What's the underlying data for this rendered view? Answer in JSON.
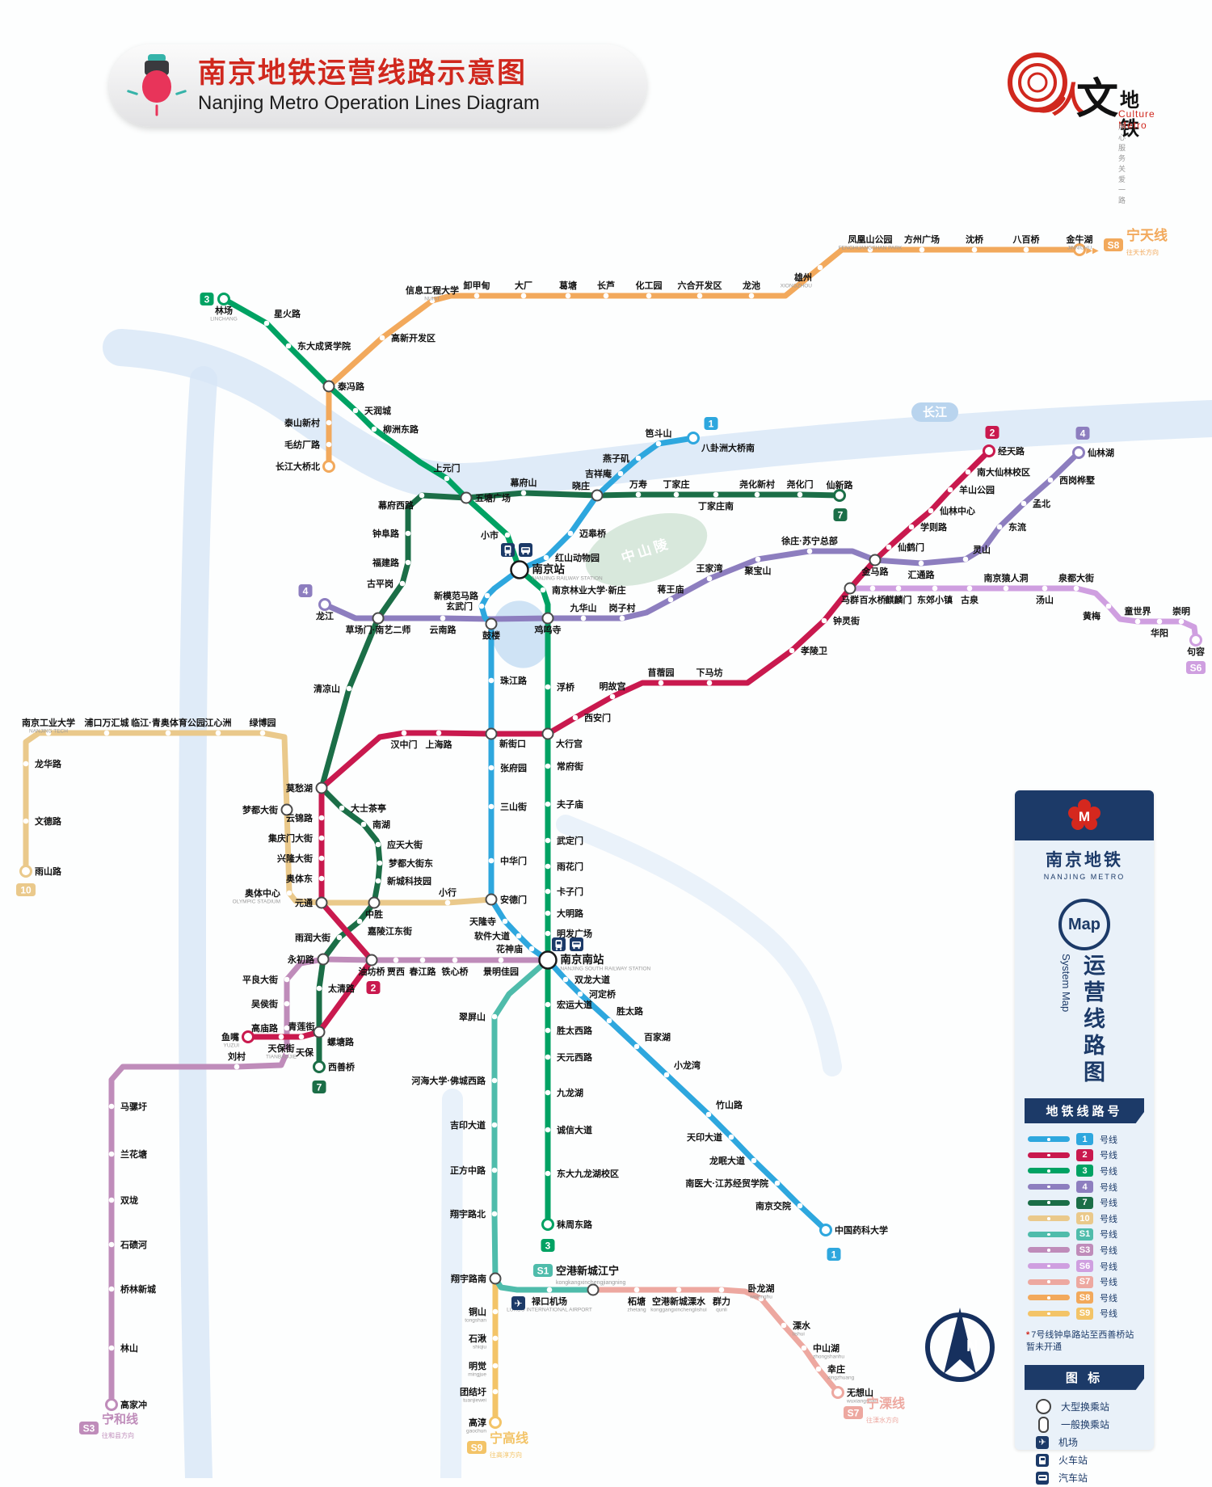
{
  "header": {
    "title_cn": "南京地铁运营线路示意图",
    "title_en": "Nanjing Metro Operation Lines Diagram"
  },
  "brand": {
    "ren": "人",
    "wen": "文",
    "ditie": "地铁",
    "name_en": "Culture Metro",
    "slogan": "用心服务 关爱一路"
  },
  "panel": {
    "metro_cn": "南京地铁",
    "metro_en": "NANJING METRO",
    "map_circle": "Map",
    "system_map_cn": "运营线路图",
    "system_map_en": "System Map",
    "lines_header": "地铁线路号",
    "line_suffix": "号线",
    "note_star": "*",
    "note": "7号线钟阜路站至西善桥站暂未开通",
    "icons_header": "图 标",
    "icon_labels": [
      "大型换乘站",
      "一般换乘站",
      "机场",
      "火车站",
      "汽车站"
    ]
  },
  "map_labels": {
    "river": "长江",
    "park": "中山陵",
    "compass": "N"
  },
  "branch_labels": {
    "S8": {
      "name": "宁天线",
      "dir": "往天长方向"
    },
    "S7": {
      "name": "宁溧线",
      "dir": "往溧水方向"
    },
    "S9": {
      "name": "宁高线",
      "dir": "往高淳方向"
    },
    "S3": {
      "name": "宁和线",
      "dir": "往和县方向"
    }
  },
  "en_labels": {
    "nanjing": "NANJING RAILWAY STATION",
    "nanjing_south": "NANJING SOUTH RAILWAY STATION"
  },
  "lines": [
    {
      "id": "1",
      "color": "#2ea7de",
      "stations": [
        {
          "n": "八卦洲大桥南"
        },
        {
          "n": "笆斗山"
        },
        {
          "n": "燕子矶"
        },
        {
          "n": "吉祥庵"
        },
        {
          "n": "晓庄"
        },
        {
          "n": "迈皋桥"
        },
        {
          "n": "红山动物园"
        },
        {
          "n": "南京站",
          "en": "NANJING RAILWAY STATION"
        },
        {
          "n": "新模范马路"
        },
        {
          "n": "玄武门"
        },
        {
          "n": "鼓楼"
        },
        {
          "n": "珠江路"
        },
        {
          "n": "新街口"
        },
        {
          "n": "张府园"
        },
        {
          "n": "三山街"
        },
        {
          "n": "中华门"
        },
        {
          "n": "安德门"
        },
        {
          "n": "天隆寺"
        },
        {
          "n": "软件大道"
        },
        {
          "n": "花神庙"
        },
        {
          "n": "南京南站",
          "en": "NANJING SOUTH RAILWAY STATION"
        },
        {
          "n": "双龙大道"
        },
        {
          "n": "河定桥"
        },
        {
          "n": "胜太路"
        },
        {
          "n": "百家湖"
        },
        {
          "n": "小龙湾"
        },
        {
          "n": "竹山路"
        },
        {
          "n": "天印大道"
        },
        {
          "n": "龙眠大道"
        },
        {
          "n": "南医大·江苏经贸学院"
        },
        {
          "n": "南京交院"
        },
        {
          "n": "中国药科大学"
        }
      ]
    },
    {
      "id": "2",
      "color": "#c9194e",
      "stations": [
        {
          "n": "鱼嘴",
          "en": "YUZUI"
        },
        {
          "n": "天保街",
          "en": "TIANBAOJIE"
        },
        {
          "n": "青莲街"
        },
        {
          "n": "螺塘路"
        },
        {
          "n": "油坊桥"
        },
        {
          "n": "元通"
        },
        {
          "n": "奥体东"
        },
        {
          "n": "兴隆大街"
        },
        {
          "n": "集庆门大街"
        },
        {
          "n": "云锦路"
        },
        {
          "n": "莫愁湖"
        },
        {
          "n": "汉中门"
        },
        {
          "n": "上海路"
        },
        {
          "n": "新街口"
        },
        {
          "n": "大行宫"
        },
        {
          "n": "西安门"
        },
        {
          "n": "明故宫"
        },
        {
          "n": "苜蓿园"
        },
        {
          "n": "下马坊"
        },
        {
          "n": "孝陵卫"
        },
        {
          "n": "钟灵街"
        },
        {
          "n": "马群"
        },
        {
          "n": "金马路"
        },
        {
          "n": "仙鹤门"
        },
        {
          "n": "学则路"
        },
        {
          "n": "仙林中心"
        },
        {
          "n": "羊山公园"
        },
        {
          "n": "南大仙林校区"
        },
        {
          "n": "经天路"
        }
      ]
    },
    {
      "id": "3",
      "color": "#00a263",
      "stations": [
        {
          "n": "林场",
          "en": "LINCHANG"
        },
        {
          "n": "星火路"
        },
        {
          "n": "东大成贤学院"
        },
        {
          "n": "泰冯路"
        },
        {
          "n": "天润城"
        },
        {
          "n": "柳洲东路"
        },
        {
          "n": "上元门"
        },
        {
          "n": "五塘广场"
        },
        {
          "n": "小市"
        },
        {
          "n": "南京站"
        },
        {
          "n": "南京林业大学·新庄"
        },
        {
          "n": "鸡鸣寺"
        },
        {
          "n": "浮桥"
        },
        {
          "n": "大行宫"
        },
        {
          "n": "常府街"
        },
        {
          "n": "夫子庙"
        },
        {
          "n": "武定门"
        },
        {
          "n": "雨花门"
        },
        {
          "n": "卡子门"
        },
        {
          "n": "大明路"
        },
        {
          "n": "明发广场"
        },
        {
          "n": "南京南站"
        },
        {
          "n": "宏运大道"
        },
        {
          "n": "胜太西路"
        },
        {
          "n": "天元西路"
        },
        {
          "n": "九龙湖"
        },
        {
          "n": "诚信大道"
        },
        {
          "n": "东大九龙湖校区"
        },
        {
          "n": "秣周东路"
        }
      ]
    },
    {
      "id": "4",
      "color": "#8d7ebf",
      "stations": [
        {
          "n": "龙江"
        },
        {
          "n": "草场门·南艺二师"
        },
        {
          "n": "云南路"
        },
        {
          "n": "鼓楼"
        },
        {
          "n": "鸡鸣寺"
        },
        {
          "n": "九华山"
        },
        {
          "n": "岗子村"
        },
        {
          "n": "蒋王庙"
        },
        {
          "n": "王家湾"
        },
        {
          "n": "聚宝山"
        },
        {
          "n": "徐庄·苏宁总部"
        },
        {
          "n": "金马路"
        },
        {
          "n": "汇通路"
        },
        {
          "n": "灵山"
        },
        {
          "n": "东流"
        },
        {
          "n": "孟北"
        },
        {
          "n": "西岗桦墅"
        },
        {
          "n": "仙林湖"
        }
      ]
    },
    {
      "id": "7",
      "color": "#1b6e47",
      "stations": [
        {
          "n": "仙新路"
        },
        {
          "n": "尧化门"
        },
        {
          "n": "尧化新村"
        },
        {
          "n": "丁家庄南"
        },
        {
          "n": "丁家庄"
        },
        {
          "n": "万寿"
        },
        {
          "n": "晓庄"
        },
        {
          "n": "幕府山"
        },
        {
          "n": "五塘广场"
        },
        {
          "n": "幕府西路"
        },
        {
          "n": "钟阜路"
        },
        {
          "n": "福建路"
        },
        {
          "n": "古平岗"
        },
        {
          "n": "草场门·南艺二师"
        },
        {
          "n": "清凉山"
        },
        {
          "n": "莫愁湖"
        },
        {
          "n": "大士茶亭"
        },
        {
          "n": "南湖"
        },
        {
          "n": "应天大街"
        },
        {
          "n": "梦都大街东"
        },
        {
          "n": "新城科技园"
        },
        {
          "n": "中胜"
        },
        {
          "n": "嘉陵江东街"
        },
        {
          "n": "雨润大街"
        },
        {
          "n": "永初路"
        },
        {
          "n": "太清路"
        },
        {
          "n": "螺塘路"
        },
        {
          "n": "西善桥"
        }
      ]
    },
    {
      "id": "10",
      "color": "#eac98b",
      "stations": [
        {
          "n": "雨山路"
        },
        {
          "n": "文德路"
        },
        {
          "n": "龙华路"
        },
        {
          "n": "南京工业大学",
          "en": "NANJING TECH"
        },
        {
          "n": "浦口万汇城"
        },
        {
          "n": "临江·青奥体育公园"
        },
        {
          "n": "江心洲"
        },
        {
          "n": "绿博园"
        },
        {
          "n": "梦都大街"
        },
        {
          "n": "奥体中心",
          "en": "OLYMPIC STADIUM"
        },
        {
          "n": "元通"
        },
        {
          "n": "中胜"
        },
        {
          "n": "小行"
        },
        {
          "n": "安德门"
        }
      ]
    },
    {
      "id": "S1",
      "color": "#4fbcab",
      "stations": [
        {
          "n": "南京南站"
        },
        {
          "n": "翠屏山"
        },
        {
          "n": "河海大学·佛城西路"
        },
        {
          "n": "吉印大道"
        },
        {
          "n": "正方中路"
        },
        {
          "n": "翔宇路北"
        },
        {
          "n": "翔宇路南"
        },
        {
          "n": "禄口机场",
          "en": "LUKOU INTERNATIONAL AIRPORT"
        },
        {
          "n": "空港新城江宁",
          "en": "kongkangxinchengjiangning"
        }
      ]
    },
    {
      "id": "S3",
      "color": "#bf8cba",
      "stations": [
        {
          "n": "南京南站"
        },
        {
          "n": "景明佳园"
        },
        {
          "n": "铁心桥"
        },
        {
          "n": "春江路"
        },
        {
          "n": "贾西"
        },
        {
          "n": "油坊桥"
        },
        {
          "n": "永初路"
        },
        {
          "n": "平良大街"
        },
        {
          "n": "吴侯街"
        },
        {
          "n": "高庙路"
        },
        {
          "n": "天保"
        },
        {
          "n": "刘村"
        },
        {
          "n": "马骡圩"
        },
        {
          "n": "兰花塘"
        },
        {
          "n": "双垅"
        },
        {
          "n": "石碛河"
        },
        {
          "n": "桥林新城"
        },
        {
          "n": "林山"
        },
        {
          "n": "高家冲"
        }
      ]
    },
    {
      "id": "S6",
      "color": "#cf9fe0",
      "stations": [
        {
          "n": "马群"
        },
        {
          "n": "百水桥"
        },
        {
          "n": "麒麟门"
        },
        {
          "n": "东郊小镇"
        },
        {
          "n": "古泉"
        },
        {
          "n": "南京猿人洞"
        },
        {
          "n": "汤山"
        },
        {
          "n": "泉都大街"
        },
        {
          "n": "黄梅"
        },
        {
          "n": "童世界"
        },
        {
          "n": "华阳"
        },
        {
          "n": "崇明"
        },
        {
          "n": "句容"
        }
      ]
    },
    {
      "id": "S7",
      "color": "#eda8a0",
      "stations": [
        {
          "n": "空港新城江宁"
        },
        {
          "n": "柘塘",
          "en": "zhetang"
        },
        {
          "n": "空港新城溧水",
          "en": "konggangxinchenglishui"
        },
        {
          "n": "群力",
          "en": "qunli"
        },
        {
          "n": "卧龙湖",
          "en": "wolonghu"
        },
        {
          "n": "溧水",
          "en": "lishui"
        },
        {
          "n": "中山湖",
          "en": "zhongshanhu"
        },
        {
          "n": "幸庄",
          "en": "xingzhuang"
        },
        {
          "n": "无想山",
          "en": "wuxiangshan"
        }
      ]
    },
    {
      "id": "S8",
      "color": "#f2a95c",
      "stations": [
        {
          "n": "长江大桥北"
        },
        {
          "n": "毛纺厂路"
        },
        {
          "n": "泰山新村"
        },
        {
          "n": "泰冯路"
        },
        {
          "n": "高新开发区"
        },
        {
          "n": "信息工程大学",
          "en": "NUIST"
        },
        {
          "n": "卸甲甸"
        },
        {
          "n": "大厂"
        },
        {
          "n": "葛塘"
        },
        {
          "n": "长芦"
        },
        {
          "n": "化工园"
        },
        {
          "n": "六合开发区"
        },
        {
          "n": "龙池"
        },
        {
          "n": "雄州",
          "en": "XIONGZHOU"
        },
        {
          "n": "凤凰山公园",
          "en": "FENGHUANGSHAN PARK"
        },
        {
          "n": "方州广场"
        },
        {
          "n": "沈桥"
        },
        {
          "n": "八百桥"
        },
        {
          "n": "金牛湖",
          "en": "JINNIUHU"
        }
      ]
    },
    {
      "id": "S9",
      "color": "#f3c468",
      "stations": [
        {
          "n": "翔宇路南"
        },
        {
          "n": "铜山",
          "en": "tongshan"
        },
        {
          "n": "石湫",
          "en": "shiqiu"
        },
        {
          "n": "明觉",
          "en": "mingjue"
        },
        {
          "n": "团结圩",
          "en": "tuanjiewei"
        },
        {
          "n": "高淳",
          "en": "gaochun"
        }
      ]
    }
  ]
}
